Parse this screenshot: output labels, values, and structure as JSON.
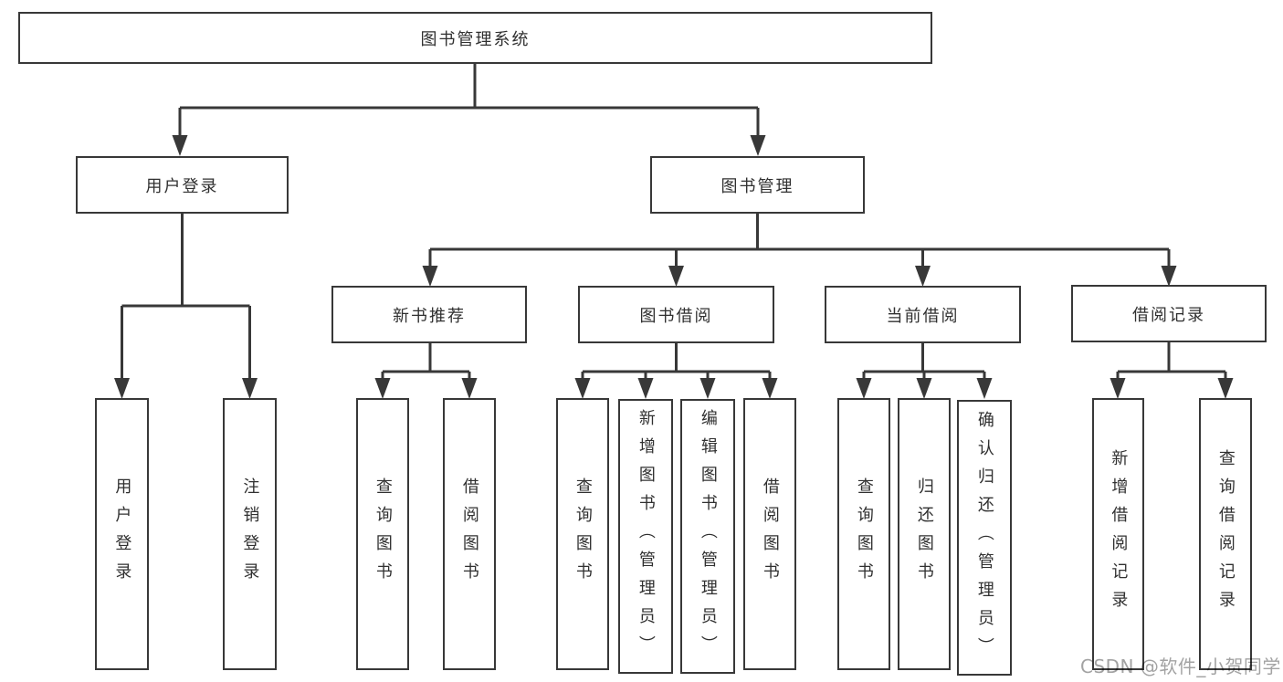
{
  "root": {
    "label": "图书管理系统"
  },
  "branches": [
    {
      "label": "用户登录",
      "children": [
        {
          "label": "用户登录"
        },
        {
          "label": "注销登录"
        }
      ]
    },
    {
      "label": "图书管理",
      "children": [
        {
          "label": "新书推荐",
          "children": [
            {
              "label": "查询图书"
            },
            {
              "label": "借阅图书"
            }
          ]
        },
        {
          "label": "图书借阅",
          "children": [
            {
              "label": "查询图书"
            },
            {
              "label": "新增图书（管理员）"
            },
            {
              "label": "编辑图书（管理员）"
            },
            {
              "label": "借阅图书"
            }
          ]
        },
        {
          "label": "当前借阅",
          "children": [
            {
              "label": "查询图书"
            },
            {
              "label": "归还图书"
            },
            {
              "label": "确认归还（管理员）"
            }
          ]
        },
        {
          "label": "借阅记录",
          "children": [
            {
              "label": "新增借阅记录"
            },
            {
              "label": "查询借阅记录"
            }
          ]
        }
      ]
    }
  ],
  "watermark": "CSDN @软件_小贺同学",
  "colors": {
    "line": "#383838",
    "text": "#303030",
    "background": "#ffffff",
    "watermark": "#a3a3a3"
  }
}
